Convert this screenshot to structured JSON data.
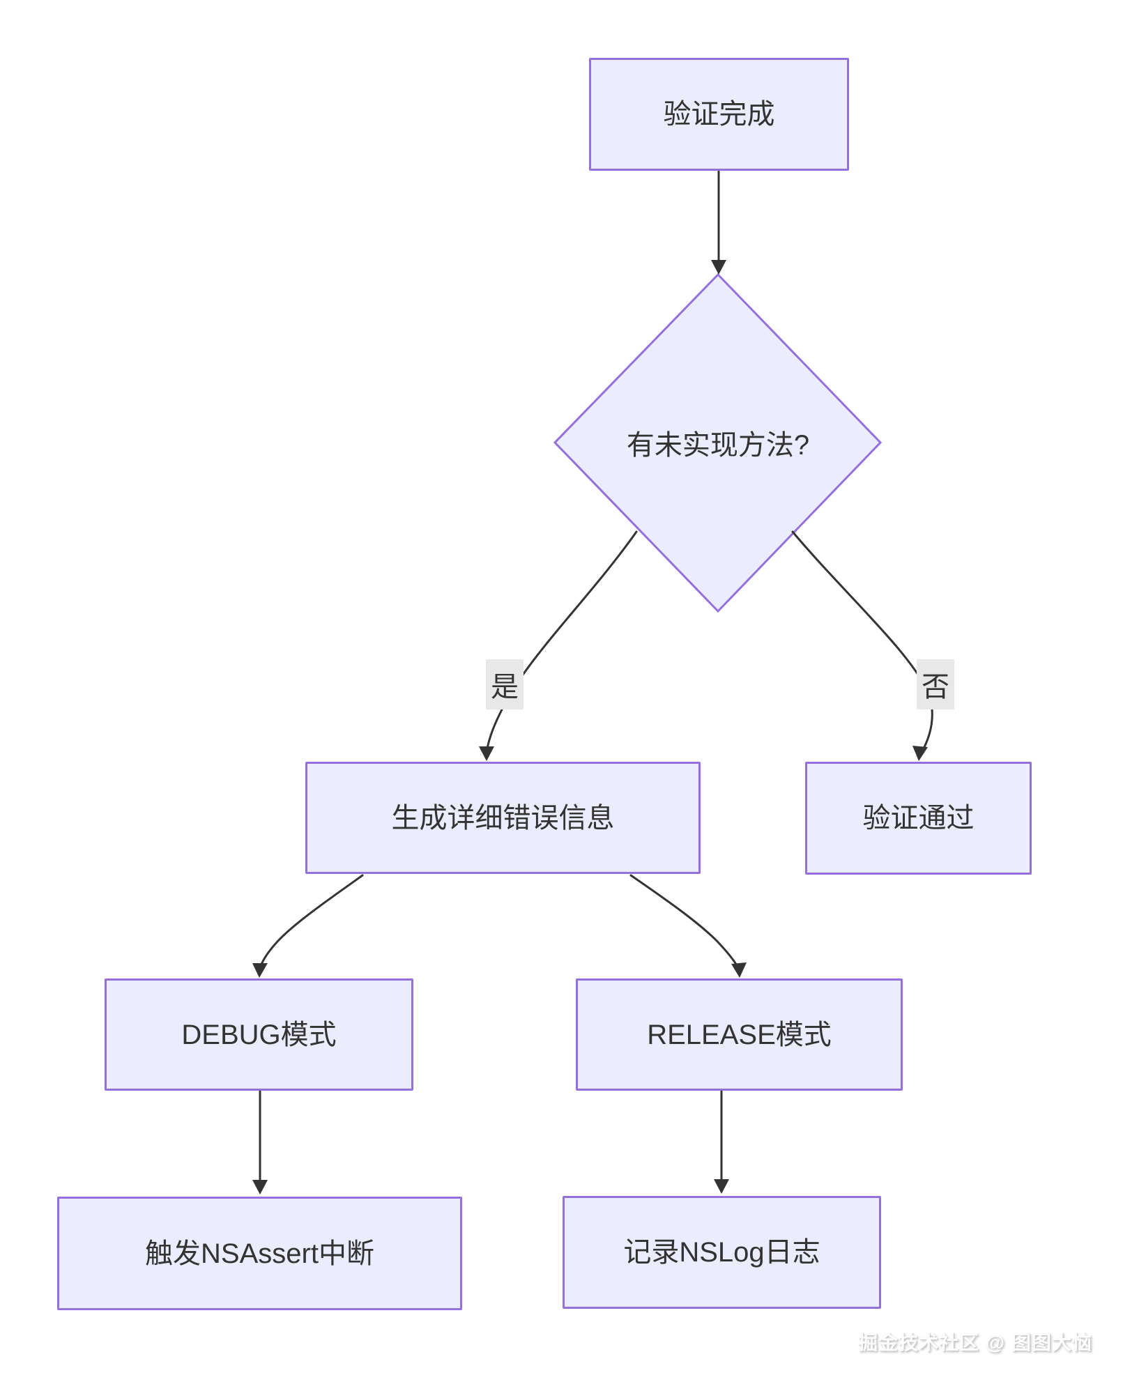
{
  "nodes": {
    "start": {
      "label": "验证完成"
    },
    "decision": {
      "label": "有未实现方法?"
    },
    "generate_error": {
      "label": "生成详细错误信息"
    },
    "validate_pass": {
      "label": "验证通过"
    },
    "debug_mode": {
      "label": "DEBUG模式"
    },
    "release_mode": {
      "label": "RELEASE模式"
    },
    "nsassert": {
      "label": "触发NSAssert中断"
    },
    "nslog": {
      "label": "记录NSLog日志"
    }
  },
  "edges": {
    "yes_label": "是",
    "no_label": "否"
  },
  "colors": {
    "node_fill": "#ECECFF",
    "node_border": "#9370DB",
    "arrow": "#333333",
    "text": "#333333",
    "edge_label_bg": "#e8e8e8"
  },
  "watermark": {
    "text": "掘金技术社区 @ 图图大恼"
  }
}
